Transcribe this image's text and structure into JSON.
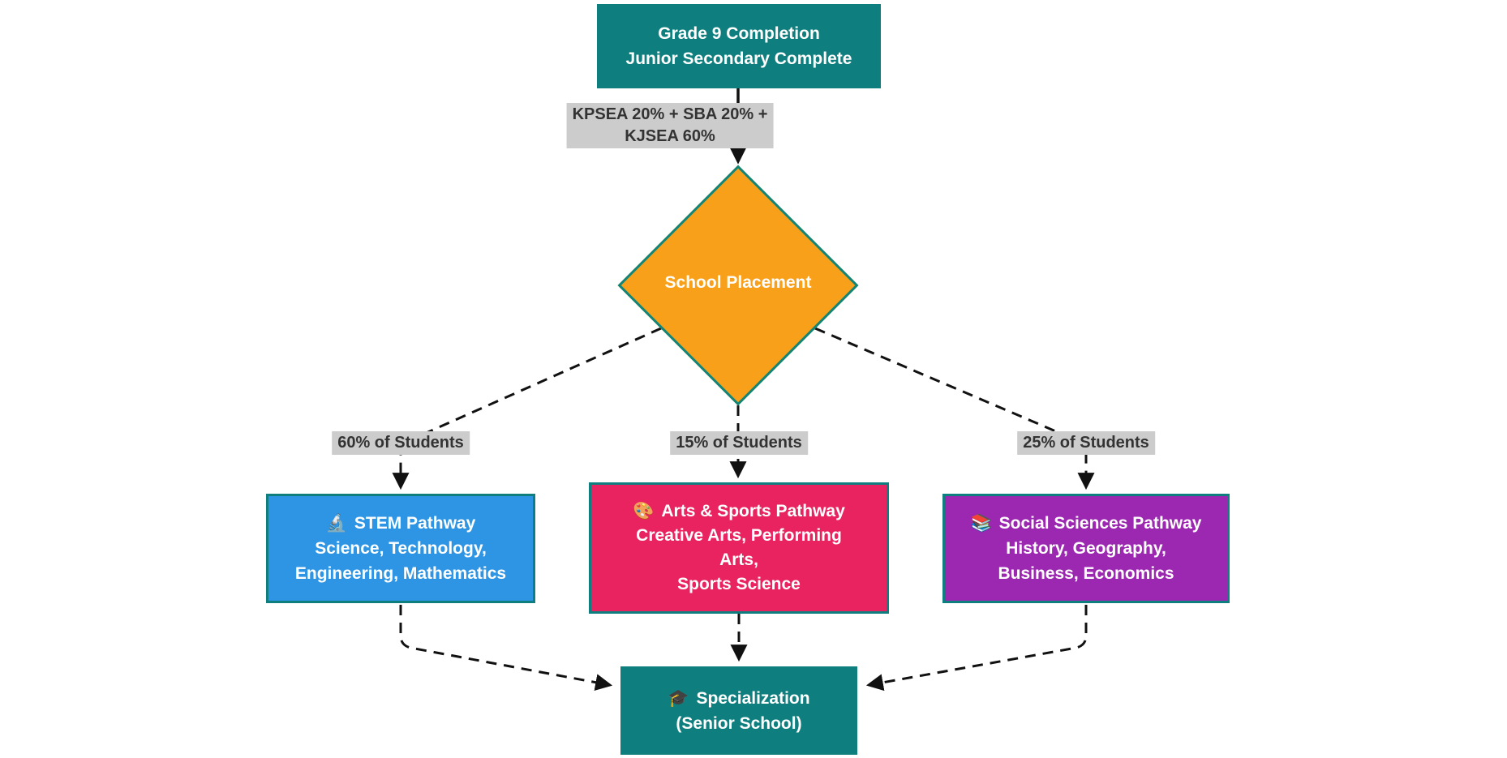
{
  "colors": {
    "teal": "#0E7F7E",
    "diamond-border": "#108578",
    "orange": "#F9A01B",
    "blue": "#2E95E5",
    "pink": "#E8235F",
    "purple": "#9C27B0",
    "label-bg": "#CCCCCC",
    "line": "#111111"
  },
  "nodes": {
    "grade9": {
      "line1": "Grade 9 Completion",
      "line2": "Junior Secondary Complete"
    },
    "placement": {
      "label": "School Placement"
    },
    "stem": {
      "icon": "🔬",
      "title": "STEM Pathway",
      "line2": "Science, Technology,",
      "line3": "Engineering, Mathematics"
    },
    "arts": {
      "icon": "🎨",
      "title": "Arts & Sports Pathway",
      "line2": "Creative Arts, Performing",
      "line3": "Arts,",
      "line4": "Sports Science"
    },
    "social": {
      "icon": "📚",
      "title": "Social Sciences Pathway",
      "line2": "History, Geography,",
      "line3": "Business, Economics"
    },
    "specialization": {
      "icon": "🎓",
      "title": "Specialization",
      "line2": "(Senior School)"
    }
  },
  "edge_labels": {
    "exam_line1": "KPSEA 20% + SBA 20% +",
    "exam_line2": "KJSEA 60%",
    "stem_pct": "60% of Students",
    "arts_pct": "15% of Students",
    "social_pct": "25% of Students"
  }
}
